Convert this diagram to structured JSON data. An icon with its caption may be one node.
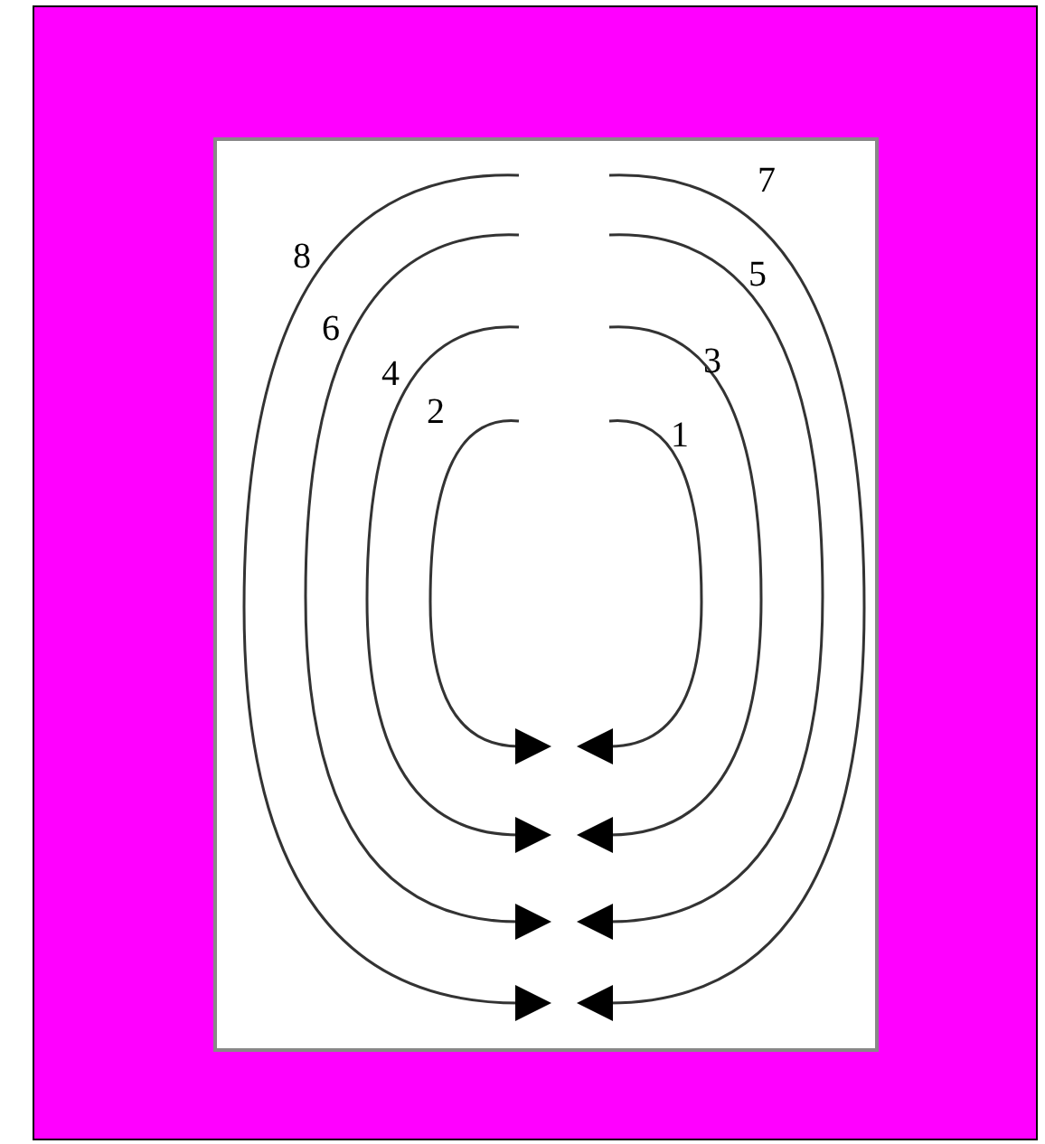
{
  "diagram": {
    "labels": [
      "7",
      "8",
      "5",
      "6",
      "3",
      "4",
      "2",
      "1"
    ]
  }
}
